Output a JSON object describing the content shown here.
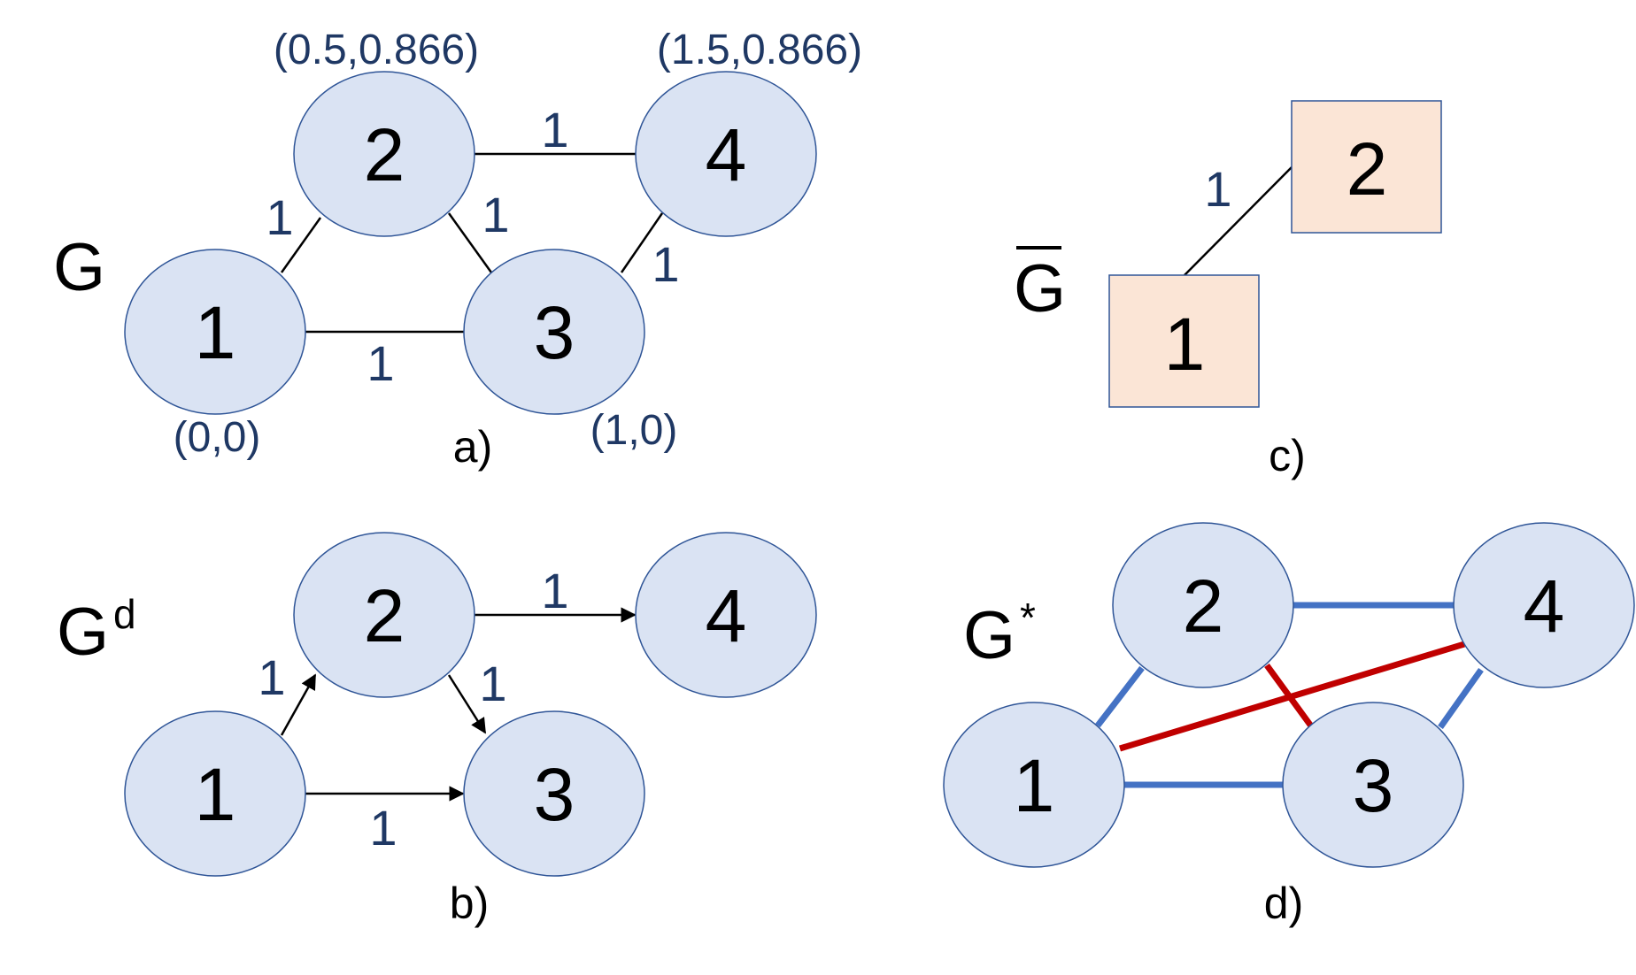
{
  "panel_a": {
    "graph_name": "G",
    "panel_label": "a)",
    "nodes": [
      "1",
      "2",
      "3",
      "4"
    ],
    "coords": {
      "n1": "(0,0)",
      "n2": "(0.5,0.866)",
      "n3": "(1,0)",
      "n4": "(1.5,0.866)"
    },
    "weights": {
      "e12": "1",
      "e13": "1",
      "e23": "1",
      "e24": "1",
      "e34": "1"
    }
  },
  "panel_b": {
    "graph_name": "G",
    "superscript": "d",
    "panel_label": "b)",
    "nodes": [
      "1",
      "2",
      "3",
      "4"
    ],
    "weights": {
      "e12": "1",
      "e13": "1",
      "e23": "1",
      "e24": "1"
    }
  },
  "panel_c": {
    "graph_name": "G",
    "panel_label": "c)",
    "nodes": [
      "1",
      "2"
    ],
    "weights": {
      "e12": "1"
    }
  },
  "panel_d": {
    "graph_name": "G",
    "superscript": "*",
    "panel_label": "d)",
    "nodes": [
      "1",
      "2",
      "3",
      "4"
    ]
  },
  "colors": {
    "node_fill": "#dae3f3",
    "node_stroke": "#2f5597",
    "box_fill": "#fbe5d6",
    "weight_text": "#1f3864",
    "blue_edge": "#4472c4",
    "red_edge": "#c00000"
  }
}
